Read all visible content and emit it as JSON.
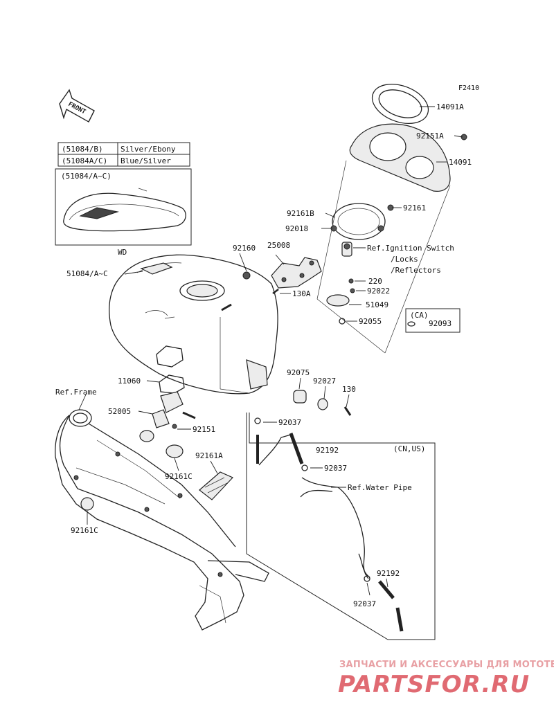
{
  "figure_code": "F2410",
  "front_marker": "FRONT",
  "wd_label": "WD",
  "color_table": {
    "rows": [
      {
        "code": "(51084/B)",
        "color": "Silver/Ebony"
      },
      {
        "code": "(51084A/C)",
        "color": "Blue/Silver"
      }
    ],
    "inset_label": "(51084/A~C)"
  },
  "region_labels": {
    "ca": "(CA)",
    "cn_us": "(CN,US)"
  },
  "refs": {
    "ignition": "Ref.Ignition Switch",
    "locks": "/Locks",
    "reflectors": "/Reflectors",
    "frame": "Ref.Frame",
    "water_pipe": "Ref.Water Pipe"
  },
  "parts": {
    "p14091A": "14091A",
    "p92151A": "92151A",
    "p14091": "14091",
    "p92161B": "92161B",
    "p92161": "92161",
    "p92018": "92018",
    "p92160": "92160",
    "p25008": "25008",
    "p51084": "51084/A~C",
    "p220": "220",
    "p92022": "92022",
    "p130A": "130A",
    "p51049": "51049",
    "p92055": "92055",
    "p92093": "92093",
    "p92075": "92075",
    "p92027": "92027",
    "p130": "130",
    "p11060": "11060",
    "p52005": "52005",
    "p92151": "92151",
    "p92037a": "92037",
    "p92161A": "92161A",
    "p92192a": "92192",
    "p92037b": "92037",
    "p92161C_a": "92161C",
    "p92161C_b": "92161C",
    "p92192b": "92192",
    "p92037c": "92037"
  },
  "watermark": {
    "line1": "ЗАПЧАСТИ И АКСЕССУАРЫ ДЛЯ МОТОТЕХНИКИ",
    "line2": "PARTSFOR.RU"
  }
}
